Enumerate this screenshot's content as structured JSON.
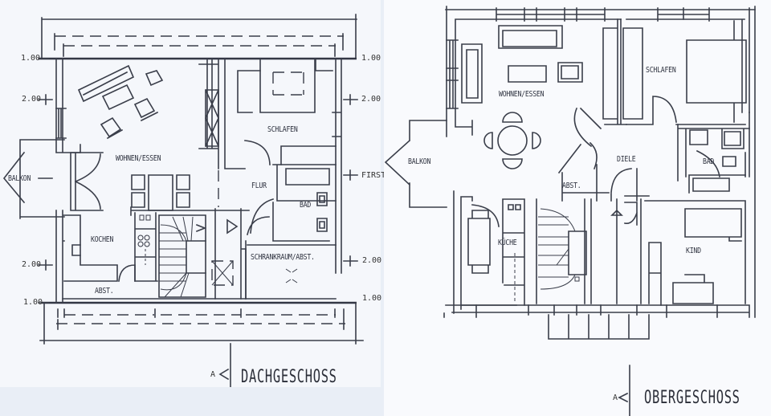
{
  "left_plan": {
    "title": "DACHGESCHOSS",
    "section_marker": "A",
    "rooms": {
      "wohnen_essen": "WOHNEN/ESSEN",
      "schlafen": "SCHLAFEN",
      "flur": "FLUR",
      "bad": "BAD",
      "kochen": "KOCHEN",
      "abst": "ABST.",
      "schrankraum": "SCHRANKRAUM/ABST.",
      "balkon": "BALKON"
    },
    "dimensions": {
      "left_top_100": "1.00",
      "left_200_upper": "2.00",
      "left_200_lower": "2.00",
      "left_bottom_100": "1.00",
      "right_top_100": "1.00",
      "right_200_upper": "2.00",
      "right_first": "FIRST",
      "right_200_lower": "2.00",
      "right_bottom_100": "1.00"
    }
  },
  "right_plan": {
    "title": "OBERGESCHOSS",
    "section_marker": "A",
    "rooms": {
      "wohnen_essen": "WOHNEN/ESSEN",
      "schlafen": "SCHLAFEN",
      "balkon": "BALKON",
      "diele": "DIELE",
      "abst": "ABST.",
      "bad": "BAD",
      "kueche": "KÜCHE",
      "kind": "KIND"
    }
  }
}
